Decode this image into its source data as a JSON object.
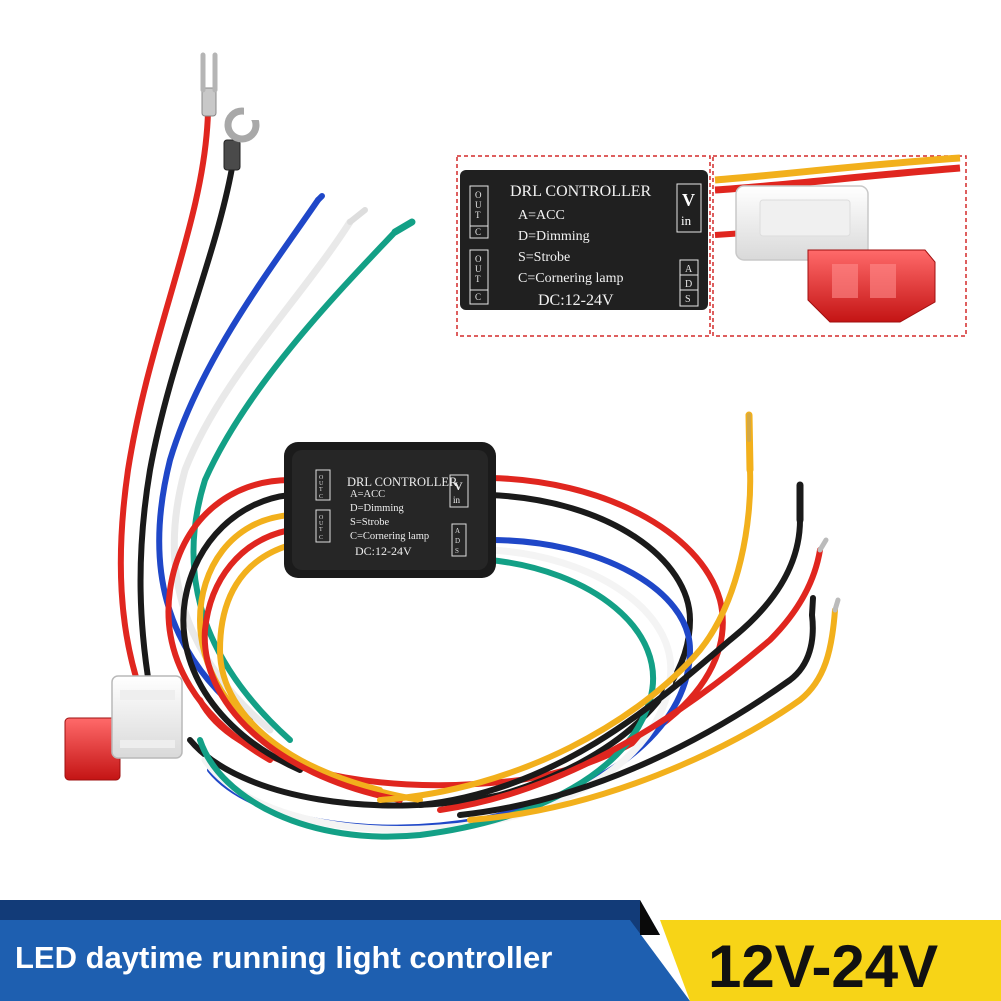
{
  "product": {
    "module": {
      "title": "DRL CONTROLLER",
      "lines": [
        "A=ACC",
        "D=Dimming",
        "S=Strobe",
        "C=Cornering lamp"
      ],
      "voltage": "DC:12-24V",
      "out_label": [
        "O",
        "U",
        "T",
        "C"
      ],
      "vin_label": [
        "V",
        "in"
      ],
      "ads_label": [
        "A",
        "D",
        "S"
      ]
    },
    "wire_colors": {
      "red": "#e0261f",
      "black": "#1a1a1a",
      "blue": "#1f47c8",
      "white": "#f4f4f4",
      "green": "#13a086",
      "yellow": "#f2b01c"
    }
  },
  "inset": {
    "title": "DRL CONTROLLER",
    "lines": [
      "A=ACC",
      "D=Dimming",
      "S=Strobe",
      "C=Cornering lamp"
    ],
    "voltage": "DC:12-24V",
    "frame_color": "#d42a2a"
  },
  "banner": {
    "left_text": "LED daytime running light controller",
    "right_text": "12V-24V",
    "left_color": "#1e5fb0",
    "right_color": "#f7d417"
  }
}
